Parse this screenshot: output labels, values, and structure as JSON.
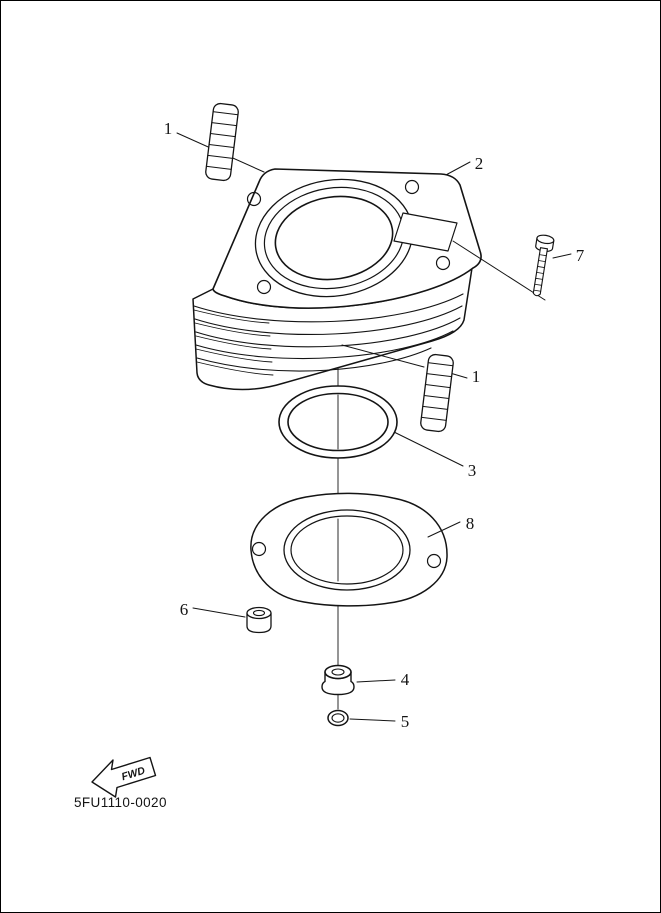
{
  "figure": {
    "part_code": "5FU1110-0020",
    "fwd_label": "FWD",
    "callouts": [
      {
        "label": "1"
      },
      {
        "label": "2"
      },
      {
        "label": "7"
      },
      {
        "label": "1"
      },
      {
        "label": "3"
      },
      {
        "label": "8"
      },
      {
        "label": "6"
      },
      {
        "label": "4"
      },
      {
        "label": "5"
      }
    ],
    "colors": {
      "line": "#141414",
      "background": "#ffffff"
    }
  }
}
